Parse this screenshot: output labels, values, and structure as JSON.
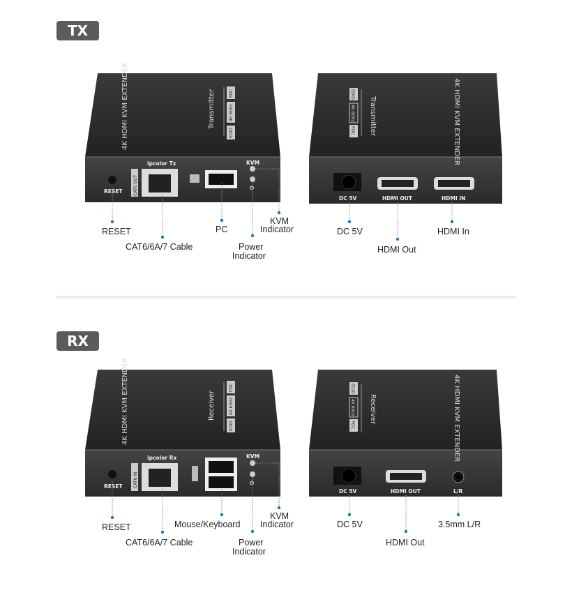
{
  "sections": {
    "tx": {
      "badge": "TX",
      "left_device": {
        "title": "4K HDMI KVM EXTENDER",
        "role": "Transmitter",
        "tags": [
          "EDID",
          "4K 60Hz",
          "POC"
        ],
        "brand": "ipcolor Tx",
        "port_cat": "CAT6 OUT",
        "reset": "RESET",
        "kvm": "KVM"
      },
      "right_device": {
        "title": "4K HDMI KVM EXTENDER",
        "role": "Transmitter",
        "tags": [
          "EDID",
          "4K 60Hz",
          "POC"
        ],
        "ports": [
          "DC 5V",
          "HDMI OUT",
          "HDMI IN"
        ]
      },
      "callouts": {
        "reset": "RESET",
        "cable": "CAT6/6A/7 Cable",
        "pc": "PC",
        "power1": "Power",
        "power2": "Indicator",
        "kvm1": "KVM",
        "kvm2": "Indicator",
        "dc": "DC 5V",
        "hdmi_out": "HDMI Out",
        "hdmi_in": "HDMI In"
      }
    },
    "rx": {
      "badge": "RX",
      "left_device": {
        "title": "4K HDMI KVM EXTENDER",
        "role": "Receiver",
        "tags": [
          "EDID",
          "4K 60Hz",
          "POC"
        ],
        "brand": "ipcolor Rx",
        "port_cat": "CAT6 IN",
        "reset": "RESET",
        "kvm": "KVM"
      },
      "right_device": {
        "title": "4K HDMI KVM EXTENDER",
        "role": "Receiver",
        "tags": [
          "EDID",
          "4K 60Hz",
          "POC"
        ],
        "ports": [
          "DC 5V",
          "HDMI OUT",
          "L/R"
        ]
      },
      "callouts": {
        "reset": "RESET",
        "cable": "CAT6/6A/7 Cable",
        "mk": "Mouse/Keyboard",
        "power1": "Power",
        "power2": "Indicator",
        "kvm1": "KVM",
        "kvm2": "Indicator",
        "dc": "DC 5V",
        "hdmi_out": "HDMI Out",
        "audio": "3.5mm L/R"
      }
    }
  },
  "colors": {
    "callout_dot": "#1e73be",
    "badge": "#5b5b5b"
  }
}
